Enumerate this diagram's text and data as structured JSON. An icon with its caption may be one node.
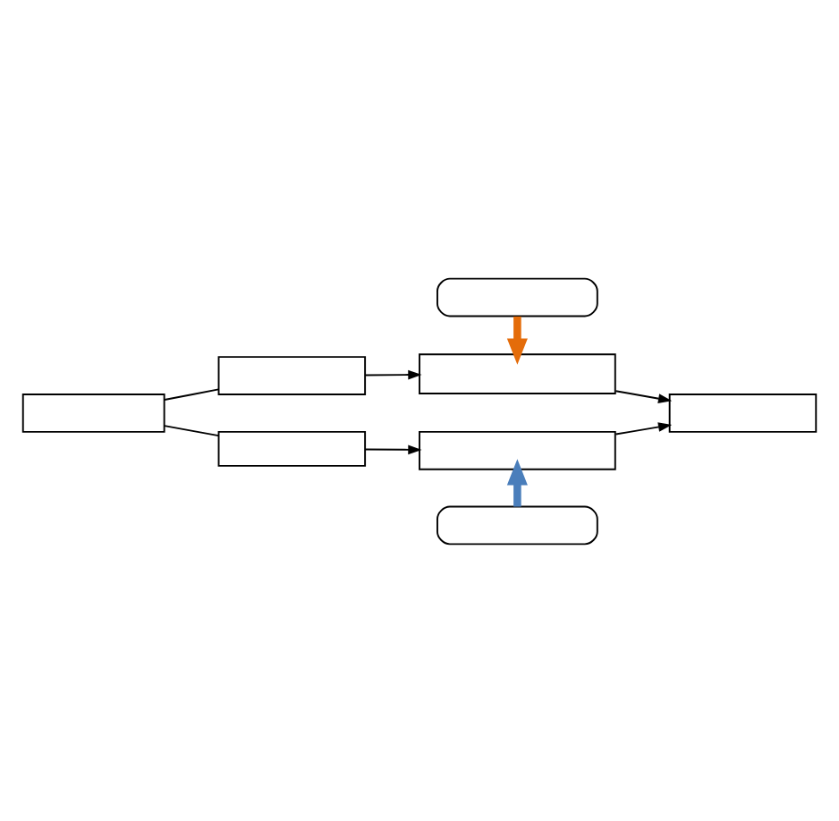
{
  "diagram": {
    "nodes": [
      {
        "text": [],
        "shape": "box"
      },
      {
        "text": [],
        "shape": "box"
      },
      {
        "text": [],
        "shape": "box"
      },
      {
        "text": [],
        "shape": "box"
      },
      {
        "text": [],
        "shape": "box"
      },
      {
        "text": [],
        "shape": "box"
      },
      {
        "text": [],
        "shape": "box"
      },
      {
        "text": [],
        "shape": "box"
      }
    ],
    "edges": [
      {
        "from": 0,
        "to": 1,
        "arrow": "to",
        "style": "thick",
        "color": "#e46c0a"
      },
      {
        "from": 3,
        "to": 2,
        "arrow": "none"
      },
      {
        "from": 3,
        "to": 5,
        "arrow": "none"
      },
      {
        "from": 2,
        "to": 1,
        "arrow": "to"
      },
      {
        "from": 5,
        "to": 6,
        "arrow": "to"
      },
      {
        "from": 1,
        "to": 4,
        "arrow": "to"
      },
      {
        "from": 6,
        "to": 4,
        "arrow": "to"
      },
      {
        "from": 7,
        "to": 6,
        "arrow": "to",
        "style": "thick",
        "color": "#4a7ebb"
      }
    ]
  }
}
